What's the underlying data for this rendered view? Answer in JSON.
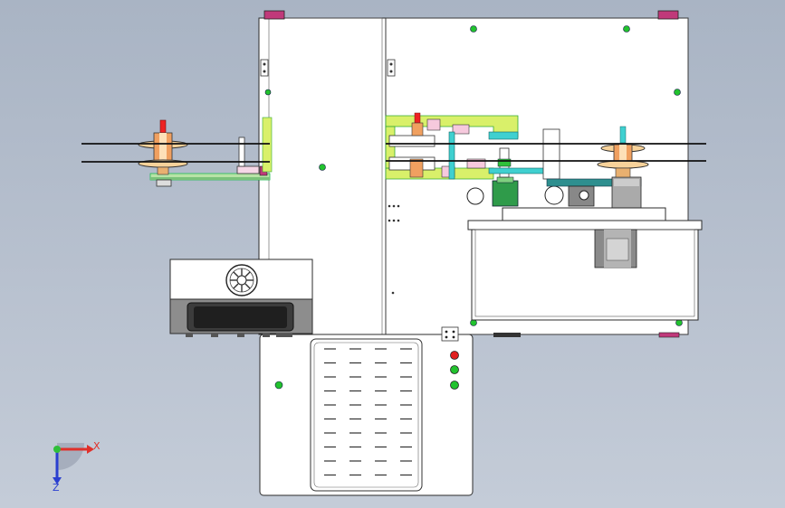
{
  "scene": {
    "background_top": "#a9b4c4",
    "background_bottom": "#c4ccd8",
    "panel_color": "#ffffff",
    "outline_color": "#2b2b2b",
    "accent_yellow_green": "#d9f06a",
    "accent_green_plate": "#b7e3a6",
    "accent_cyan": "#3fd0d0",
    "accent_teal_plate": "#2e8f8f",
    "motor_green": "#2f9b4a",
    "magenta_bracket": "#c0397a",
    "spool_orange": "#f0a060",
    "indicator_green": "#22c22e",
    "indicator_red": "#e02020"
  },
  "triad": {
    "x_label": "X",
    "z_label": "Z",
    "x_color": "#e0302a",
    "y_color": "#2fbf3a",
    "z_color": "#2a3fd0"
  },
  "control_panel": {
    "indicators": [
      {
        "name": "indicator-red",
        "color": "#e02020"
      },
      {
        "name": "indicator-green-1",
        "color": "#22c22e"
      },
      {
        "name": "indicator-green-2",
        "color": "#22c22e"
      }
    ]
  }
}
